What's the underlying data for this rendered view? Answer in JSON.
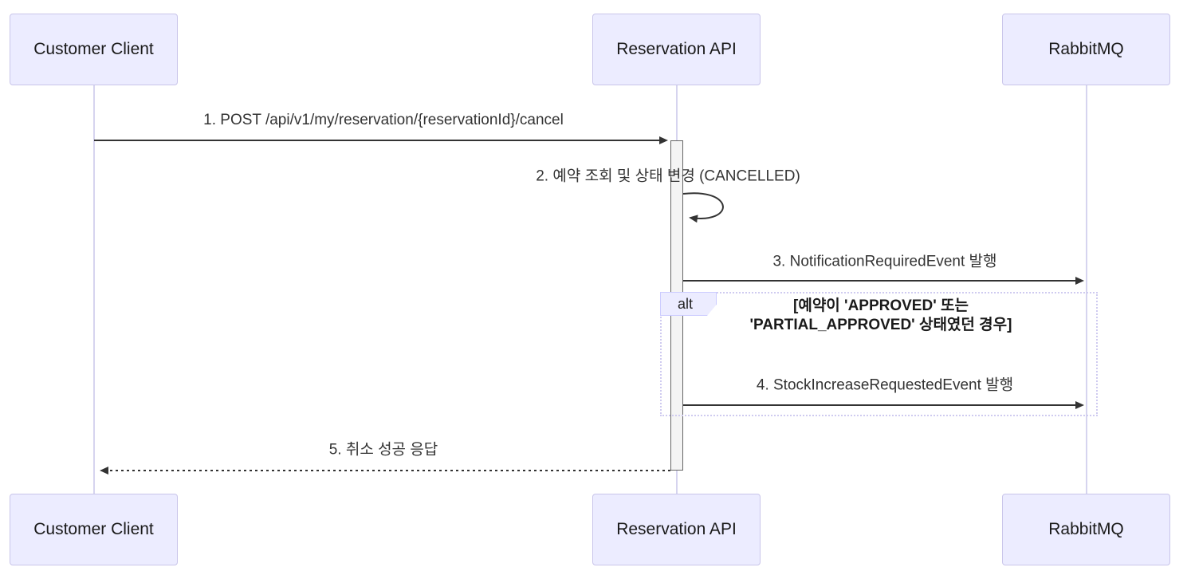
{
  "diagram_type": "sequence",
  "participants": [
    {
      "name": "Customer Client"
    },
    {
      "name": "Reservation API"
    },
    {
      "name": "RabbitMQ"
    }
  ],
  "messages": [
    {
      "label": "1. POST /api/v1/my/reservation/{reservationId}/cancel",
      "from": "Customer Client",
      "to": "Reservation API",
      "line_style": "solid"
    },
    {
      "label": "2. 예약 조회 및 상태 변경 (CANCELLED)",
      "from": "Reservation API",
      "to": "Reservation API",
      "line_style": "self-loop"
    },
    {
      "label": "3. NotificationRequiredEvent 발행",
      "from": "Reservation API",
      "to": "RabbitMQ",
      "line_style": "solid"
    },
    {
      "label": "4. StockIncreaseRequestedEvent 발행",
      "from": "Reservation API",
      "to": "RabbitMQ",
      "line_style": "solid",
      "inside_block": "alt"
    },
    {
      "label": "5. 취소 성공 응답",
      "from": "Reservation API",
      "to": "Customer Client",
      "line_style": "dotted"
    }
  ],
  "alt_block": {
    "label": "alt",
    "condition_lines": [
      "[예약이 'APPROVED' 또는",
      "'PARTIAL_APPROVED' 상태였던 경우]"
    ]
  },
  "colors": {
    "participant_fill": "#ECECFF",
    "participant_border": "#C9C5EA",
    "lifeline": "#C9C5EA",
    "arrow": "#333333",
    "activation_fill": "#F4F4F4",
    "activation_border": "#666666",
    "alt_border": "#CFCBF0",
    "alt_label_fill": "#ECECFF",
    "text": "#333333",
    "background": "#FFFFFF"
  }
}
